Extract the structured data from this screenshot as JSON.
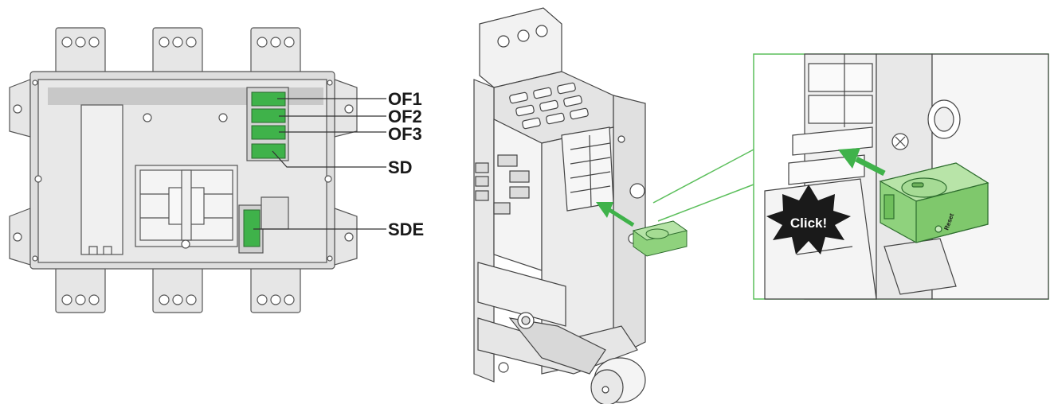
{
  "labels": {
    "of1": "OF1",
    "of2": "OF2",
    "of3": "OF3",
    "sd": "SD",
    "sde": "SDE"
  },
  "callout": {
    "click": "Click!",
    "reset": "Reset"
  },
  "colors": {
    "switch_green": "#3fb24a",
    "switch_green_light": "#8fd27d",
    "callout_line": "#5cbf5c",
    "body_gray": "#d9d9d9",
    "outline": "#444444"
  }
}
